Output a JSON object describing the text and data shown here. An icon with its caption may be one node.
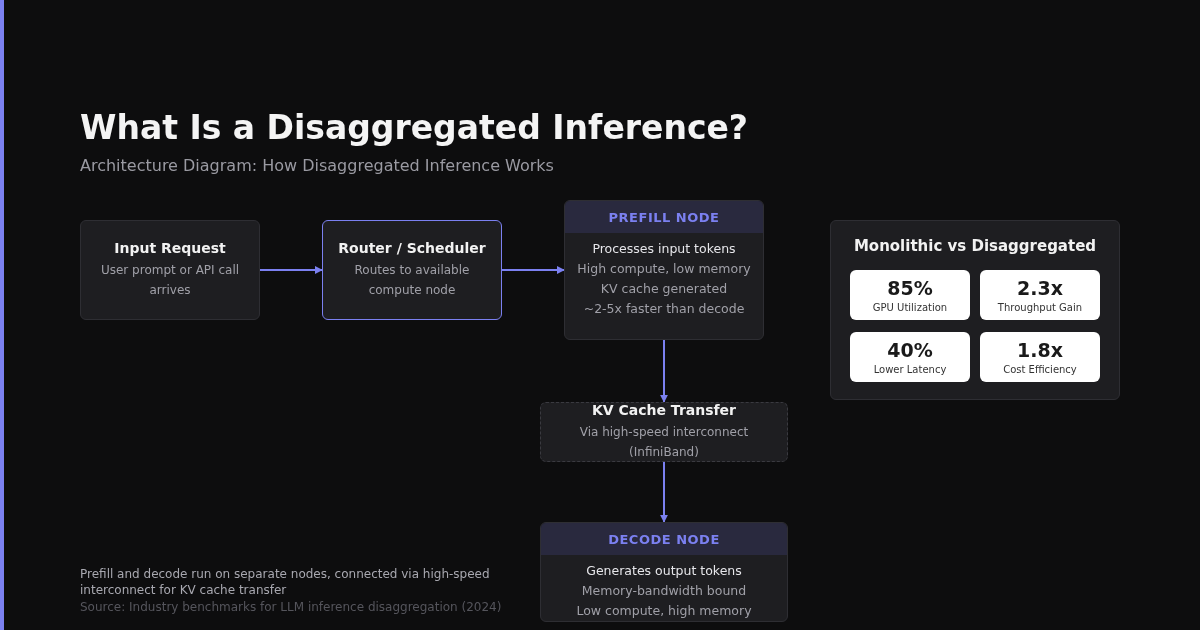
{
  "diagram": {
    "title": "What Is a Disaggregated Inference?",
    "caption": "Prefill and decode run on separate nodes, connected via high-speed interconnect for KV cache transfer",
    "nodes": [
      {
        "text": [
          "Input Request",
          "User prompt or API call arrives"
        ]
      },
      {
        "text": [
          "Router / Scheduler",
          "Routes to available compute node"
        ]
      },
      {
        "text": [
          "PREFILL NODE",
          "Processes input tokens",
          "High compute, low memory",
          "KV cache generated",
          "~2-5x faster than decode"
        ]
      },
      {
        "text": [
          "KV Cache Transfer",
          "Via high-speed interconnect (InfiniBand)"
        ]
      },
      {
        "text": [
          "DECODE NODE",
          "Generates output tokens",
          "Memory-bandwidth bound",
          "Low compute, high memory"
        ]
      },
      {
        "text": [
          "Monolithic vs Disaggregated"
        ]
      },
      {
        "text": [
          "85%",
          "GPU Utilization"
        ],
        "in": 5
      },
      {
        "text": [
          "2.3x",
          "Throughput Gain"
        ],
        "in": 5
      },
      {
        "text": [
          "40%",
          "Lower Latency"
        ],
        "in": 5
      },
      {
        "text": [
          "1.8x",
          "Cost Efficiency"
        ],
        "in": 5
      }
    ],
    "edges": [
      {
        "from": 0,
        "to": 1,
        "arrow": "to"
      },
      {
        "from": 1,
        "to": 2,
        "arrow": "to"
      },
      {
        "from": 2,
        "to": 3,
        "arrow": "to"
      },
      {
        "from": 3,
        "to": 4,
        "arrow": "to"
      }
    ],
    "labels": [
      "Architecture Diagram: How Disaggregated Inference Works",
      "Source: Industry benchmarks for LLM inference disaggregation (2024)"
    ]
  }
}
